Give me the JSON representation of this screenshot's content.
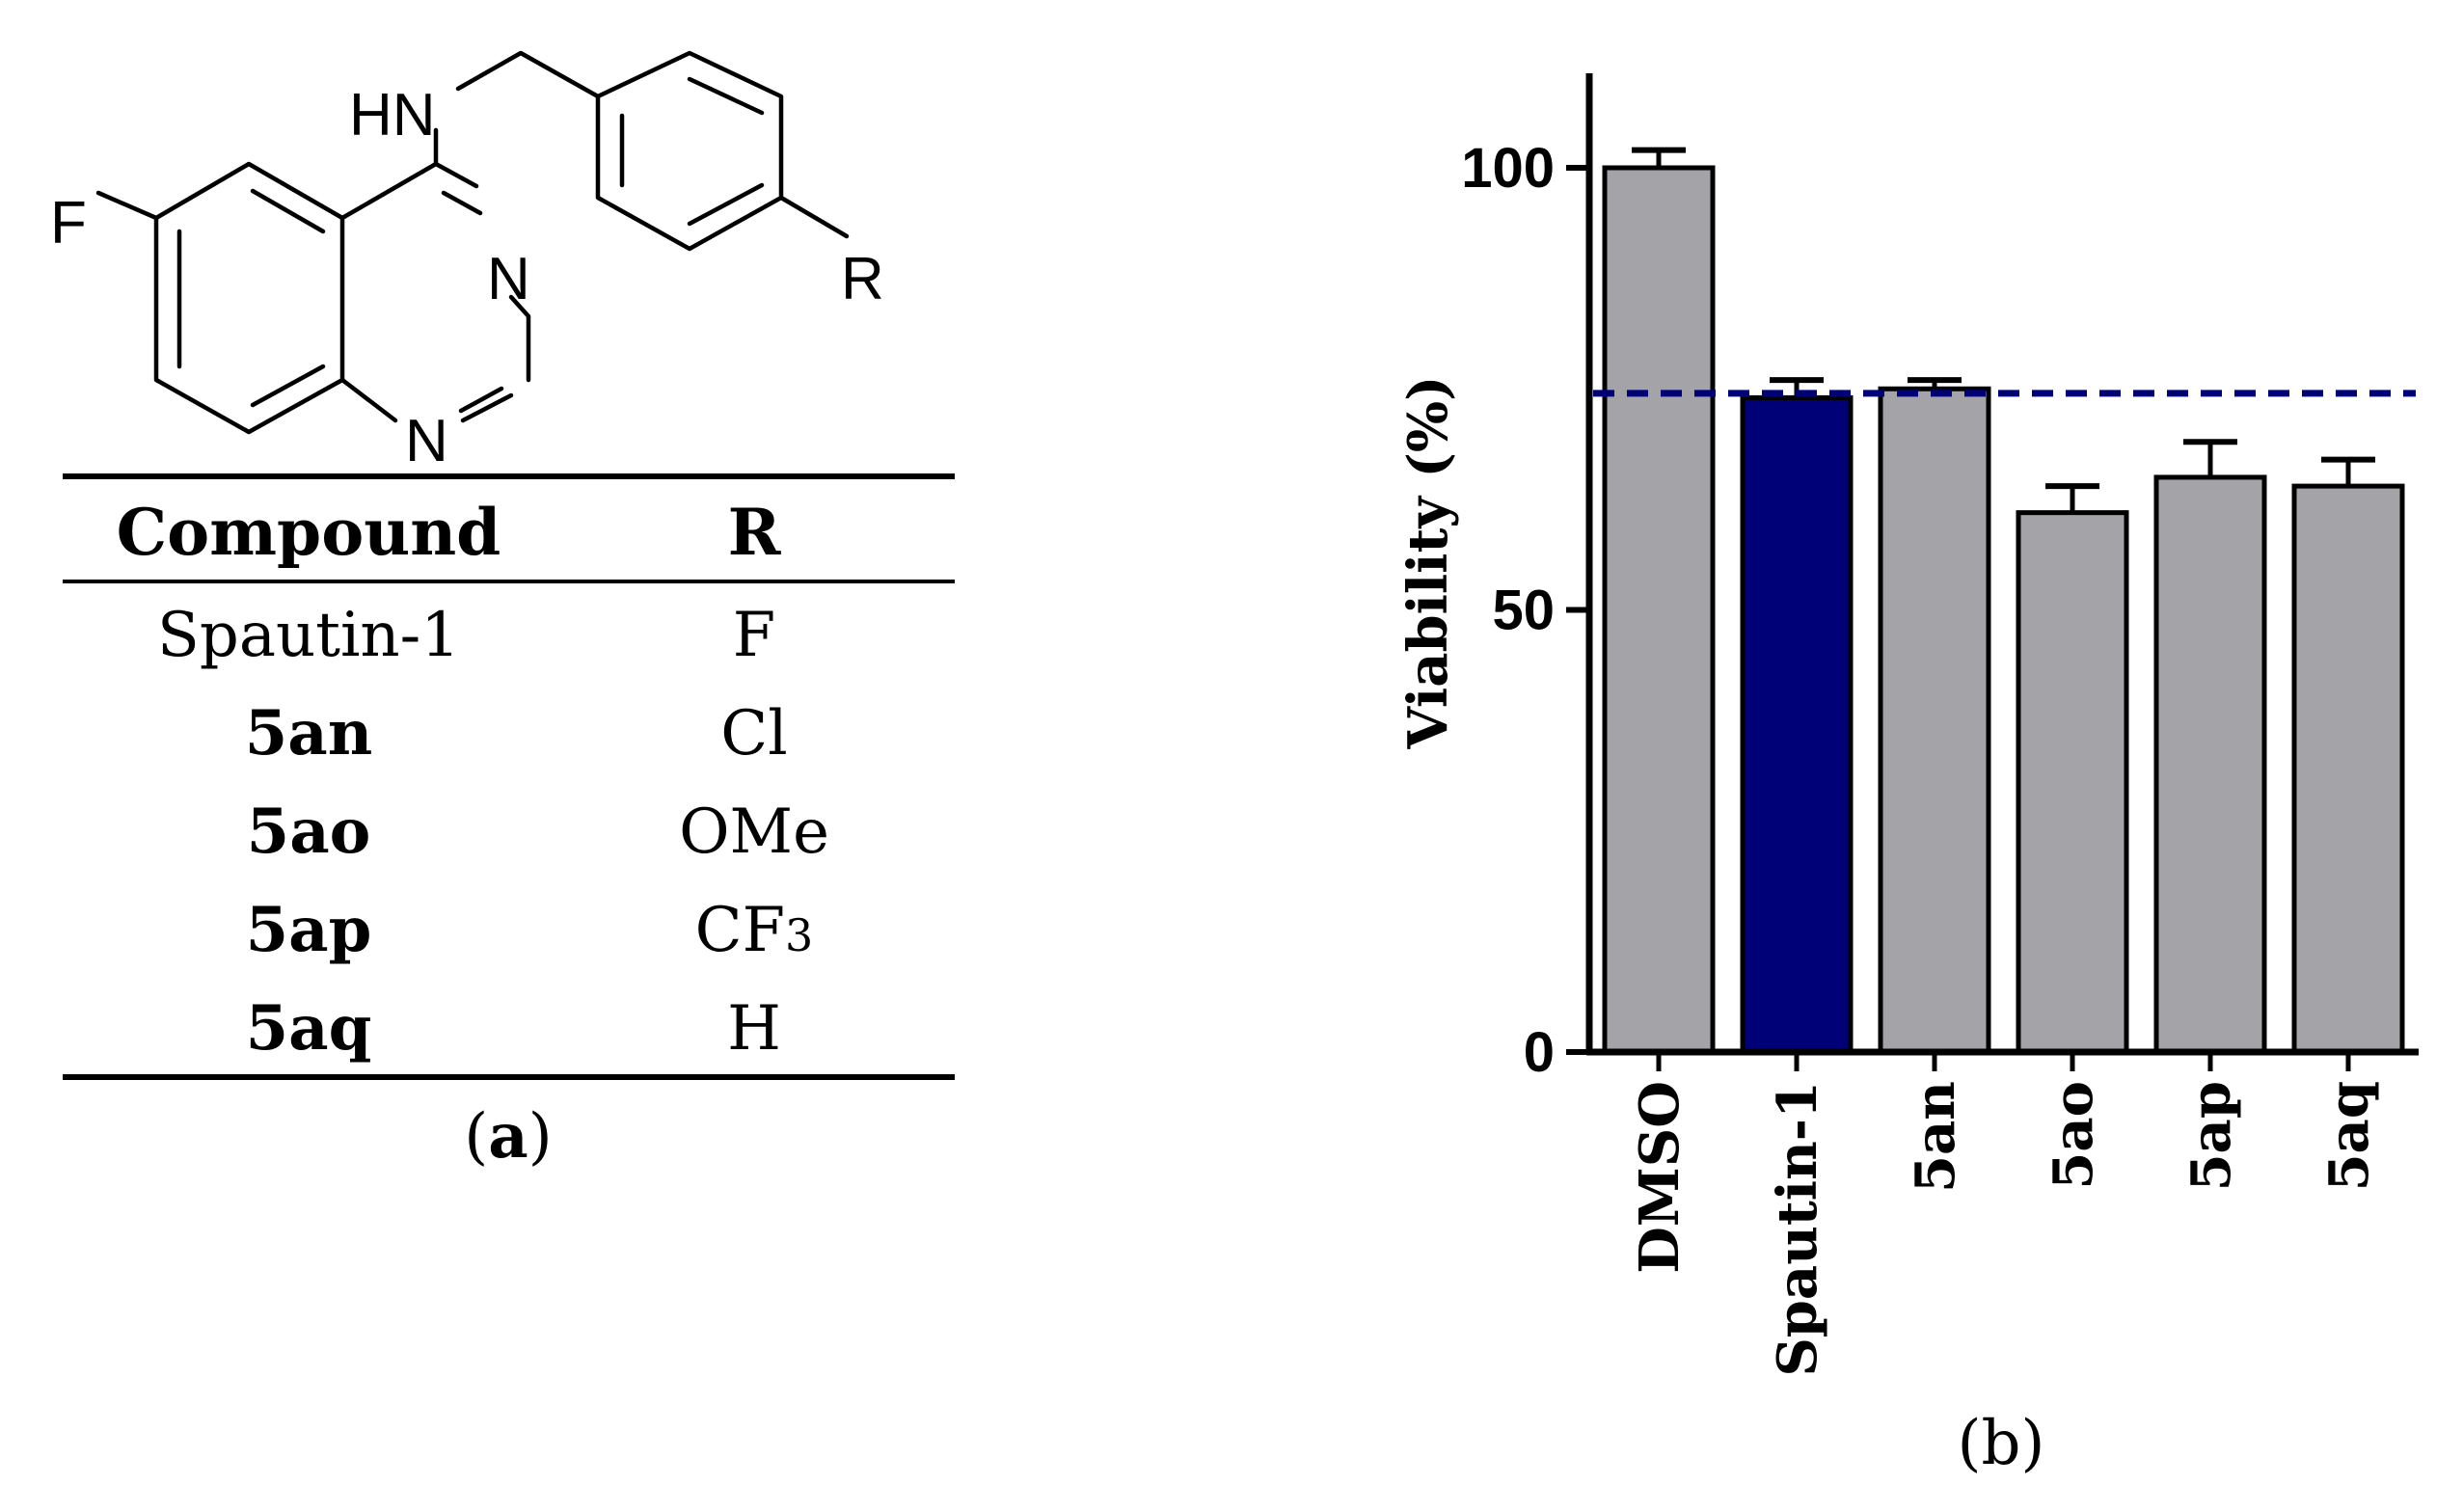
{
  "panel_a": {
    "structure": {
      "atoms": {
        "F": "F",
        "HN": "HN",
        "N_top": "N",
        "N_bottom": "N",
        "R": "R"
      }
    },
    "table": {
      "headers": [
        "Compound",
        "R"
      ],
      "rows": [
        {
          "compound": "Spautin-1",
          "compound_bold": false,
          "r_main": "F",
          "r_sub": ""
        },
        {
          "compound": "5an",
          "compound_bold": true,
          "r_main": "Cl",
          "r_sub": ""
        },
        {
          "compound": "5ao",
          "compound_bold": true,
          "r_main": "OMe",
          "r_sub": ""
        },
        {
          "compound": "5ap",
          "compound_bold": true,
          "r_main": "CF",
          "r_sub": "3"
        },
        {
          "compound": "5aq",
          "compound_bold": true,
          "r_main": "H",
          "r_sub": ""
        }
      ]
    },
    "caption": {
      "open": "(",
      "letter": "a",
      "close": ")"
    }
  },
  "chart_data": {
    "type": "bar",
    "title": "",
    "xlabel": "",
    "ylabel": "Viability (%)",
    "ylim": [
      0,
      100
    ],
    "yticks": [
      0,
      50,
      100
    ],
    "grid": false,
    "legend": "none",
    "categories": [
      "DMSO",
      "Spautin-1",
      "5an",
      "5ao",
      "5ap",
      "5aq"
    ],
    "values": [
      100,
      74,
      75,
      61,
      65,
      64
    ],
    "errors": [
      2,
      2,
      1,
      3,
      4,
      3
    ],
    "bar_colors": [
      "#a3a3a8",
      "#000077",
      "#a3a3a8",
      "#a3a3a8",
      "#a3a3a8",
      "#a3a3a8"
    ],
    "reference_line": {
      "value": 74.5,
      "style": "dashed",
      "color": "#000077"
    },
    "caption": "(b)"
  }
}
